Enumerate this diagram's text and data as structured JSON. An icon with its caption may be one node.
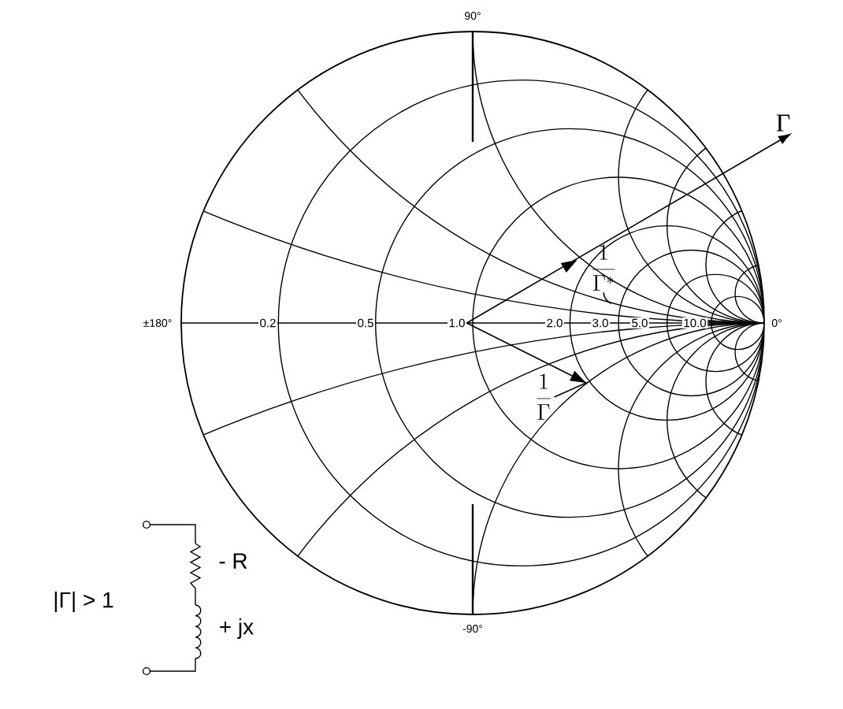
{
  "diagram": {
    "nodes": [
      {
        "text": [
          "Γ"
        ]
      },
      {
        "text": [
          "\\frac{1}{\\Gamma^*}"
        ]
      },
      {
        "text": [
          "\\frac{1}{\\Gamma}"
        ]
      },
      {
        "text": [
          "1.0"
        ]
      }
    ],
    "edges": [
      {
        "from": 3,
        "to": 0,
        "arrow": "to"
      },
      {
        "from": 1,
        "to": null,
        "arrow": "none"
      },
      {
        "from": 3,
        "to": 2,
        "arrow": "to"
      }
    ],
    "labels": [
      "90°",
      "±180°",
      "0.2",
      "0.5",
      "2.0",
      "3.0",
      "5.0",
      "10.0",
      "0°",
      "-90°",
      "- R",
      "|Γ| > 1",
      "+ jx"
    ]
  }
}
